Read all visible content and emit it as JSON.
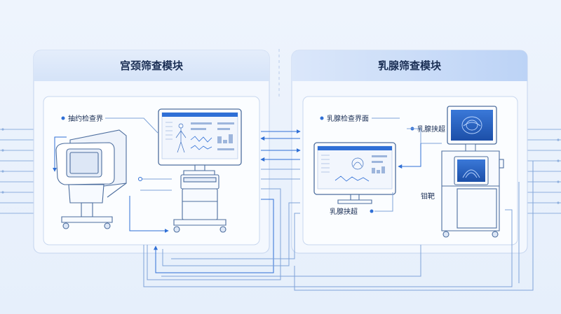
{
  "modules": {
    "cervical": {
      "title": "宫颈筛查模块",
      "label_exam": "抽约检查界",
      "screen_header": ""
    },
    "breast": {
      "title": "乳腺筛查模块",
      "label_interface": "乳腺检查界面",
      "label_probe_top": "乳腺挟超",
      "label_probe_bottom": "乳腺挟超",
      "label_device": "钼靶"
    }
  },
  "colors": {
    "accent": "#2f6fd6",
    "line": "#7fa3d8",
    "panel_border": "#c3d3ee",
    "header_bg": "#dbe7fa"
  },
  "icons": [
    "colposcope-device",
    "monitor-cart",
    "ultrasound-monitor",
    "mammography-unit"
  ]
}
